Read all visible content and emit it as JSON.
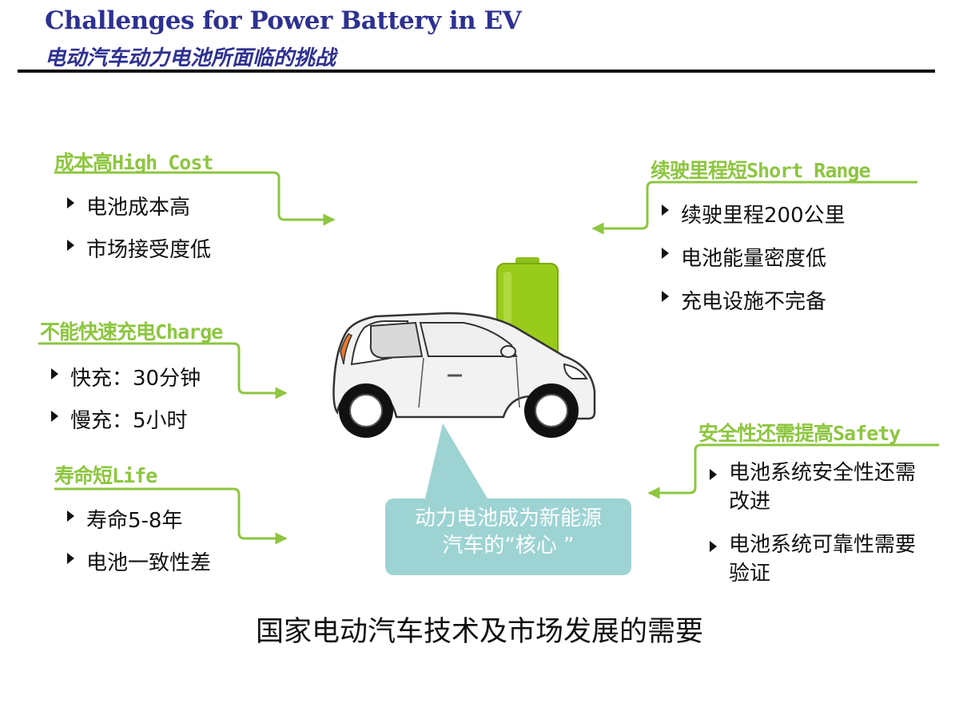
{
  "title": {
    "en": "Challenges for Power Battery in EV",
    "cn": "电动汽车动力电池所面临的挑战"
  },
  "challenges": {
    "high_cost": {
      "heading": "成本高High Cost",
      "items": [
        "电池成本高",
        "市场接受度低"
      ]
    },
    "charge": {
      "heading": "不能快速充电Charge",
      "items": [
        "快充：30分钟",
        "慢充：5小时"
      ]
    },
    "life": {
      "heading": "寿命短Life",
      "items": [
        "寿命5-8年",
        "电池一致性差"
      ]
    },
    "short_range": {
      "heading": "续驶里程短Short Range",
      "items": [
        "续驶里程200公里",
        "电池能量密度低",
        "充电设施不完备"
      ]
    },
    "safety": {
      "heading": "安全性还需提高Safety",
      "items": [
        "电池系统安全性还需改进",
        "电池系统可靠性需要验证"
      ]
    }
  },
  "callout": {
    "line1": "动力电池成为新能源",
    "line2": "汽车的“核心 ”"
  },
  "footer": "国家电动汽车技术及市场发展的需要",
  "colors": {
    "title": "#2e3192",
    "accent_green": "#8dc63f",
    "battery": "#99cc1a",
    "callout": "#9dd3d3"
  }
}
